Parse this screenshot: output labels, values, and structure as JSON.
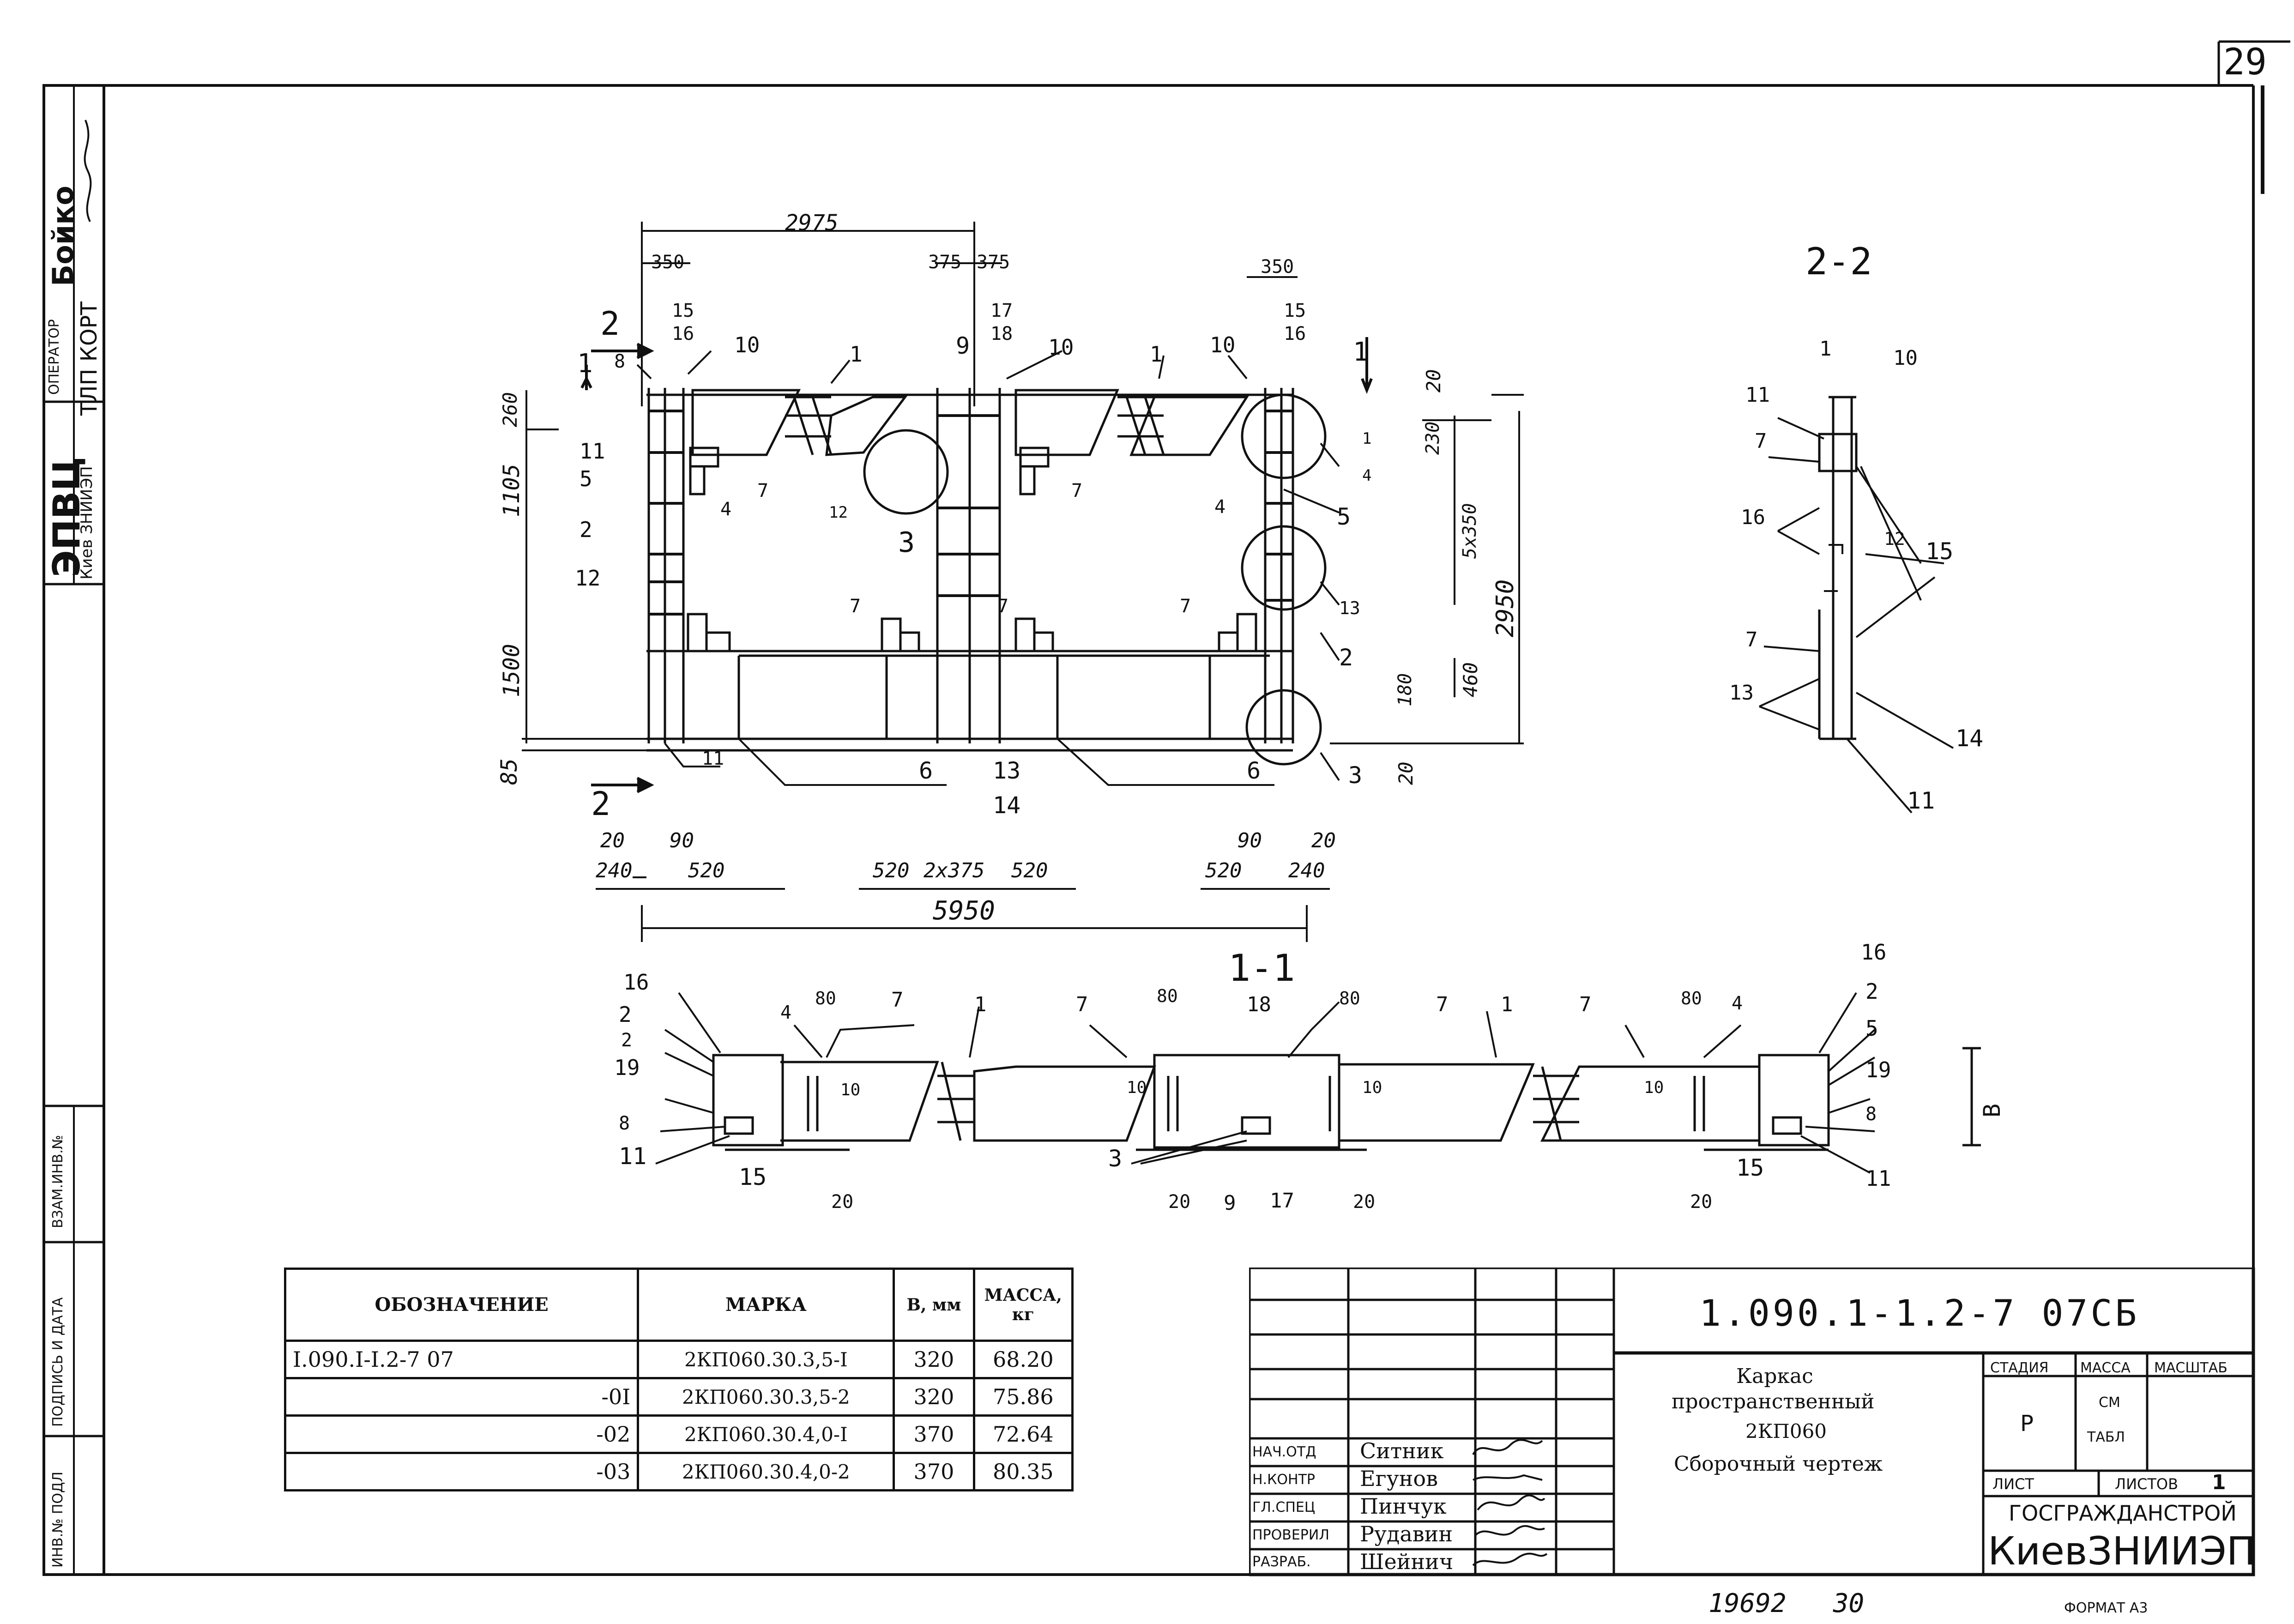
{
  "page_number": "29",
  "left_strip": {
    "signature_name": "Бойко",
    "operator_label": "ОПЕРАТОР",
    "operator_value": "ТЛП КОРТ",
    "org_big": "ЭПВЦ",
    "org_small": "Киев ЗНИИЭП",
    "vzam_label": "ВЗАМ.ИНВ.№",
    "podpis_label": "ПОДПИСЬ И ДАТА",
    "inv_label": "ИНВ.№ ПОДЛ"
  },
  "drawing": {
    "section_2_title": "2-2",
    "section_1_title": "1-1",
    "plan_dims": {
      "top_total": "2975",
      "top_350_left": "350",
      "top_375a": "375",
      "top_375b": "375",
      "top_350_right": "350",
      "left_260": "260",
      "left_1105": "1105",
      "left_1500": "1500",
      "left_85": "85",
      "right_20_top": "20",
      "right_230": "230",
      "right_5x350": "5x350",
      "right_2950": "2950",
      "right_460": "460",
      "right_180": "180",
      "right_20_bot": "20",
      "bot_20_left": "20",
      "bot_90_left": "90",
      "bot_240_left": "240",
      "bot_520_left": "520",
      "bot_520_mid_l": "520",
      "bot_2x375": "2x375",
      "bot_520_mid_r": "520",
      "bot_90_right": "90",
      "bot_20_right": "20",
      "bot_520_right": "520",
      "bot_240_right": "240",
      "bot_total": "5950"
    },
    "plan_markers": {
      "m2_top": "2",
      "m2_bot": "2",
      "m1_left": "1",
      "m1_right": "1",
      "p8": "8",
      "p15a": "15",
      "p16a": "16",
      "p10a": "10",
      "p1a": "1",
      "p9": "9",
      "p17": "17",
      "p18": "18",
      "p10b": "10",
      "p1b": "1",
      "p10c": "10",
      "p15b": "15",
      "p16b": "16",
      "p11a": "11",
      "p5a": "5",
      "p2a": "2",
      "p12a": "12",
      "p7a": "7",
      "p12b": "12",
      "p7b": "7",
      "p3": "3",
      "p4a": "4",
      "p4b": "4",
      "p7c": "7",
      "p7d": "7",
      "p7e": "7",
      "p11b": "11",
      "p6a": "6",
      "p13": "13",
      "p14": "14",
      "p6b": "6",
      "p3b": "3",
      "p1c": "1",
      "p4c": "4",
      "p5b": "5",
      "p13b": "13",
      "p2b": "2"
    },
    "sec2_markers": {
      "s1": "1",
      "s10": "10",
      "s11": "11",
      "s7a": "7",
      "s16": "16",
      "s12": "12",
      "s15": "15",
      "s7b": "7",
      "s13": "13",
      "s14": "14",
      "s11b": "11"
    },
    "sec1_markers": {
      "a16": "16",
      "a2": "2",
      "a2b": "2",
      "a19": "19",
      "a8": "8",
      "a11": "11",
      "a15": "15",
      "a4": "4",
      "a80a": "80",
      "a7a": "7",
      "a10a": "10",
      "a20a": "20",
      "a1a": "1",
      "a7b": "7",
      "a80b": "80",
      "a18": "18",
      "a10b": "10",
      "a3": "3",
      "a20b": "20",
      "a9": "9",
      "a17": "17",
      "a80c": "80",
      "a10c": "10",
      "a20c": "20",
      "a7c": "7",
      "a1b": "1",
      "a7d": "7",
      "a80d": "80",
      "a4b": "4",
      "a10d": "10",
      "a16b": "16",
      "a2c": "2",
      "a5": "5",
      "a19b": "19",
      "a8b": "8",
      "a11b": "11",
      "a15b": "15",
      "a20d": "20",
      "aB": "B"
    }
  },
  "spec_table": {
    "headers": [
      "ОБОЗНАЧЕНИЕ",
      "МАРКА",
      "B, мм",
      "МАССА, кг"
    ],
    "rows": [
      [
        "I.090.I-I.2-7 07",
        "2КП060.30.3,5-I",
        "320",
        "68.20"
      ],
      [
        "-0I",
        "2КП060.30.3,5-2",
        "320",
        "75.86"
      ],
      [
        "-02",
        "2КП060.30.4,0-I",
        "370",
        "72.64"
      ],
      [
        "-03",
        "2КП060.30.4,0-2",
        "370",
        "80.35"
      ]
    ]
  },
  "title_block": {
    "code": "1.090.1-1.2-7 07СБ",
    "title_line1": "Каркас",
    "title_line2": "пространственный",
    "title_line3": "2КП060",
    "title_line4": "Сборочный   чертеж",
    "stage_label": "СТАДИЯ",
    "mass_label": "МАССА",
    "scale_label": "МАСШТАБ",
    "stage_value": "Р",
    "mass_value_1": "СМ",
    "mass_value_2": "ТАБЛ",
    "sheet_label": "ЛИСТ",
    "sheets_label": "ЛИСТОВ",
    "sheets_value": "1",
    "org_1": "ГОСГРАЖДАНСТРОЙ",
    "org_2": "КиевЗНИИЭП",
    "roles": [
      {
        "role": "НАЧ.ОТД",
        "name": "Ситник"
      },
      {
        "role": "Н.КОНТР",
        "name": "Егунов"
      },
      {
        "role": "ГЛ.СПЕЦ",
        "name": "Пинчук"
      },
      {
        "role": "ПРОВЕРИЛ",
        "name": "Рудавин"
      },
      {
        "role": "РАЗРАБ.",
        "name": "Шейнич"
      }
    ]
  },
  "footer": {
    "handwritten": "19692   30",
    "format": "ФОРМАТ А3"
  }
}
